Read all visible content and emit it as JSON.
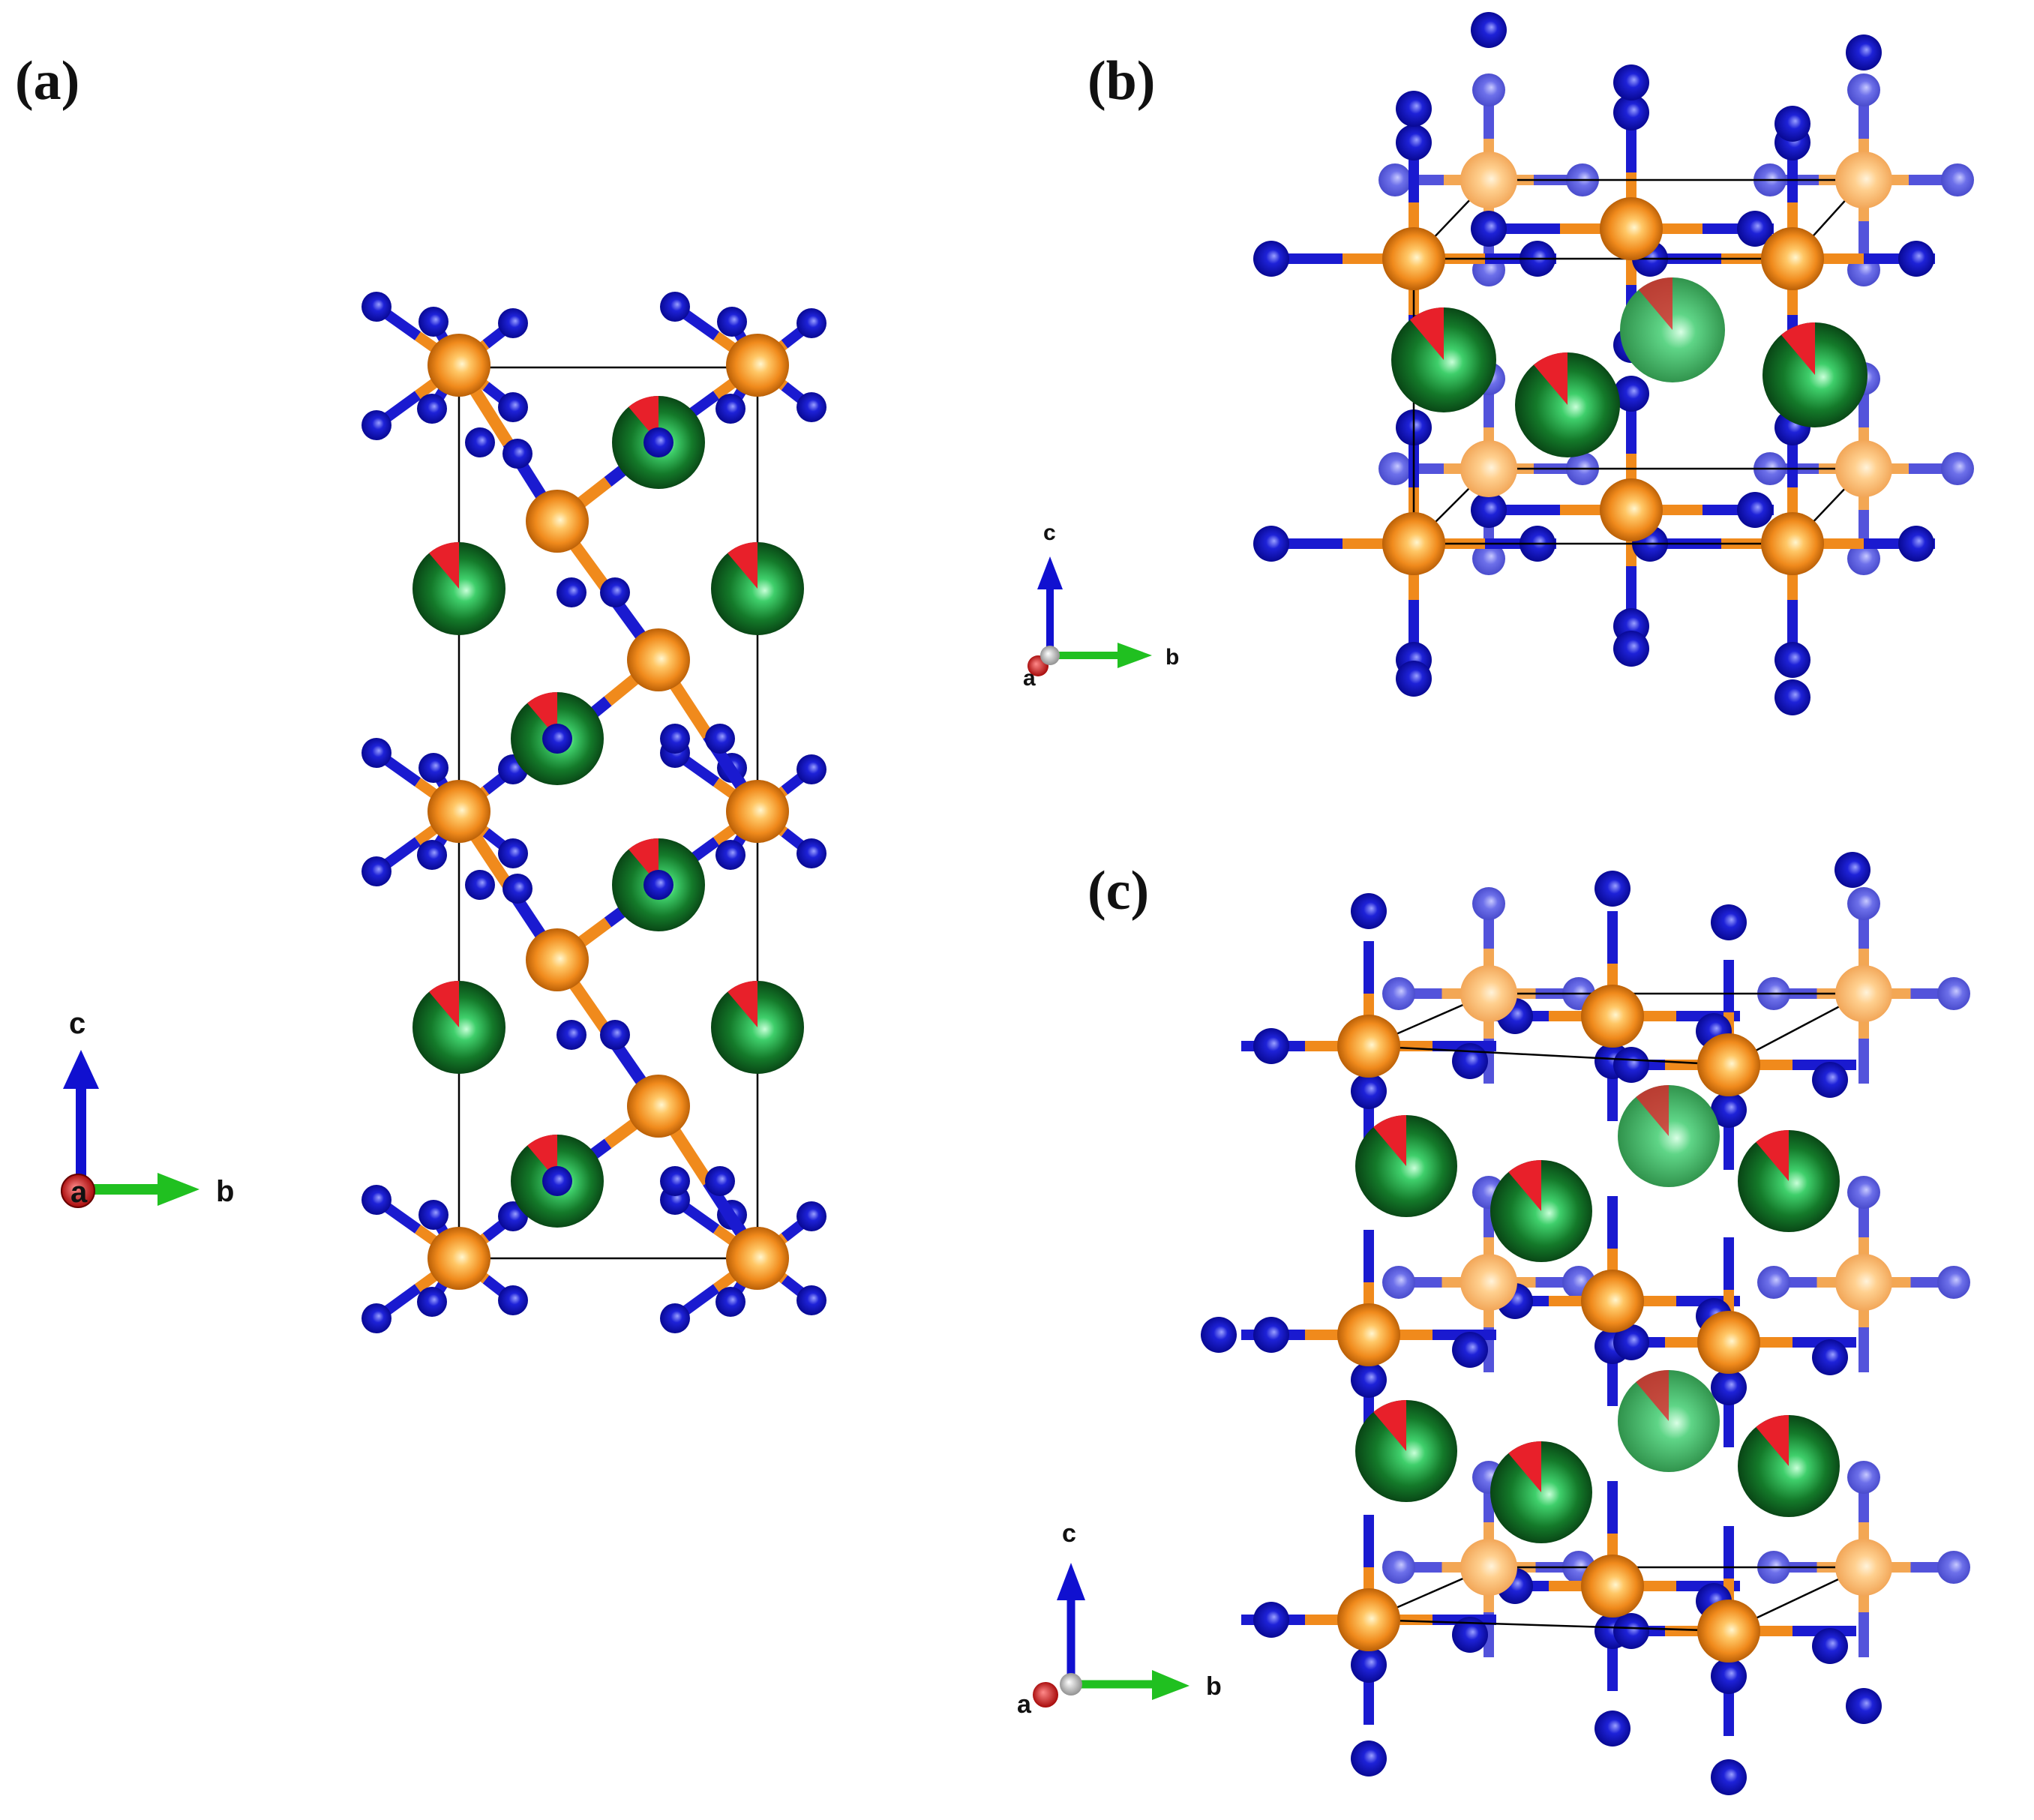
{
  "panels": [
    {
      "label": "(a)"
    },
    {
      "label": "(b)"
    },
    {
      "label": "(c)"
    }
  ],
  "axis_labels": {
    "a": "a",
    "b": "b",
    "c": "c"
  },
  "colors": {
    "background": "#ffffff",
    "orange_atom": "#f08a1c",
    "orange_atom_highlight": "#ffe7a8",
    "orange_atom_shadow": "#b35a00",
    "blue_atom": "#1a1ad0",
    "blue_atom_light": "#5555e0",
    "green_atom": "#1a7a2a",
    "green_atom_dark": "#0b4a16",
    "green_atom_highlight": "#b8ffd0",
    "partial_occupancy_wedge": "#e8202a",
    "bond_orange": "#f08a1c",
    "bond_blue": "#1a1ad0",
    "cell_outline": "#000000",
    "axis_a": "#cc1010",
    "axis_b": "#20c020",
    "axis_c": "#1010d0",
    "axis_origin": "#cccccc"
  }
}
